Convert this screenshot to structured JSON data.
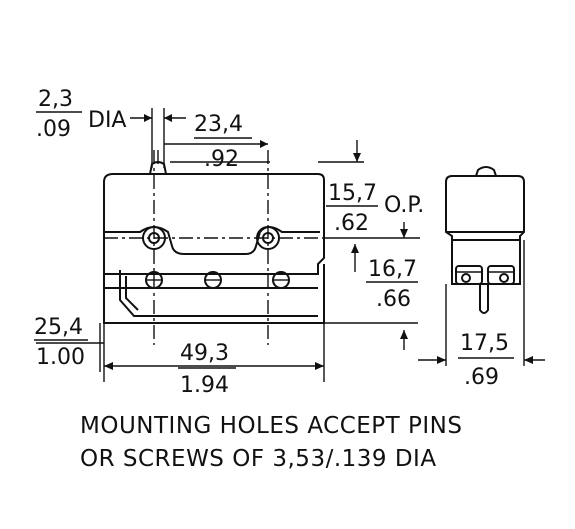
{
  "dims": {
    "hole_dia_mm": "2,3",
    "hole_dia_in": ".09",
    "hole_dia_suffix": "DIA",
    "hole_spacing_mm": "23,4",
    "hole_spacing_in": ".92",
    "op_mm": "15,7",
    "op_in": ".62",
    "op_label": "O.P.",
    "height2_mm": "16,7",
    "height2_in": ".66",
    "height_mm": "25,4",
    "height_in": "1.00",
    "length_mm": "49,3",
    "length_in": "1.94",
    "width_mm": "17,5",
    "width_in": ".69"
  },
  "note": {
    "line1": "MOUNTING HOLES ACCEPT PINS",
    "line2": "OR SCREWS OF 3,53/.139 DIA"
  }
}
